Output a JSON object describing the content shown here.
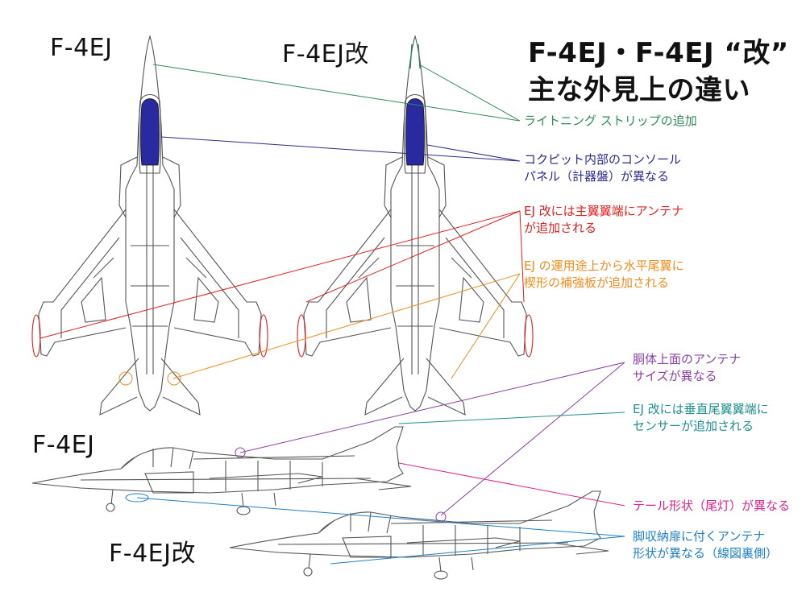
{
  "title": {
    "line1": "F-4EJ・F-4EJ “改”",
    "line2": "主な外見上の違い"
  },
  "aircraft_labels": {
    "top_left": "F-4EJ",
    "top_right": "F-4EJ改",
    "side_upper": "F-4EJ",
    "side_lower": "F-4EJ改"
  },
  "callouts": [
    {
      "id": "lightning-strip",
      "color": "#2e8b57",
      "lines": [
        "ライトニング ストリップの追加"
      ]
    },
    {
      "id": "cockpit-panel",
      "color": "#2b2b8f",
      "lines": [
        "コクピット内部のコンソール",
        "パネル（計器盤）が異なる"
      ]
    },
    {
      "id": "wingtip-antenna",
      "color": "#e02020",
      "lines": [
        "EJ 改には主翼翼端にアンテナ",
        "が追加される"
      ]
    },
    {
      "id": "stabilizer-plate",
      "color": "#f08c1e",
      "lines": [
        "EJ の運用途上から水平尾翼に",
        "楔形の補強板が追加される"
      ]
    },
    {
      "id": "dorsal-antenna",
      "color": "#8b3fa8",
      "lines": [
        "胴体上面のアンテナ",
        "サイズが異なる"
      ]
    },
    {
      "id": "fin-sensor",
      "color": "#1f8f8f",
      "lines": [
        "EJ 改には垂直尾翼翼端に",
        "センサーが追加される"
      ]
    },
    {
      "id": "tail-shape",
      "color": "#e0208a",
      "lines": [
        "テール形状（尾灯）が異なる"
      ]
    },
    {
      "id": "gear-door-antenna",
      "color": "#1e7fc8",
      "lines": [
        "脚収納扉に付くアンテナ",
        "形状が異なる（線図裏側）"
      ]
    }
  ],
  "colors": {
    "airframe_stroke": "#555555",
    "canopy": "#2a2aa0"
  }
}
